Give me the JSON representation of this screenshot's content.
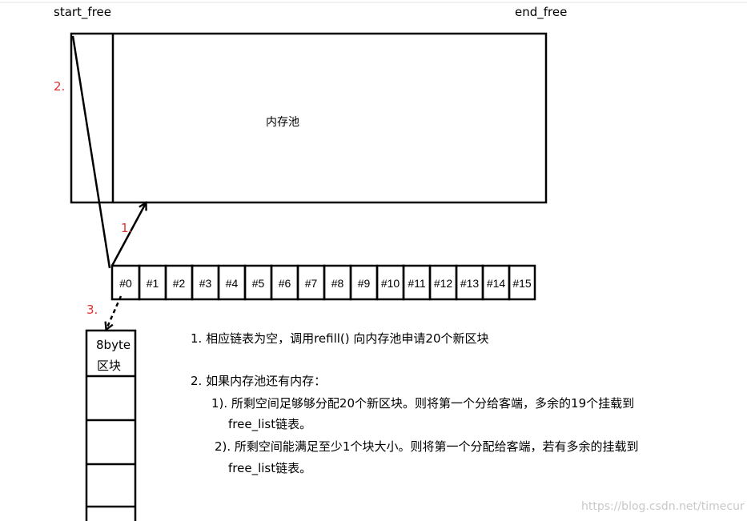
{
  "labels": {
    "start_free": "start_free",
    "end_free": "end_free",
    "pool": "内存池",
    "step1": "1.",
    "step2": "2.",
    "step3": "3.",
    "block_line1": "8byte",
    "block_line2": "区块"
  },
  "free_list": [
    "#0",
    "#1",
    "#2",
    "#3",
    "#4",
    "#5",
    "#6",
    "#7",
    "#8",
    "#9",
    "#10",
    "#11",
    "#12",
    "#13",
    "#14",
    "#15"
  ],
  "notes": {
    "n1": "1.  相应链表为空，调用refill() 向内存池申请20个新区块",
    "n2": "2.  如果内存池还有内存：",
    "n2a_1": "1).  所剩空间足够够分配20个新区块。则将第一个分给客端，多余的19个挂载到",
    "n2a_2": "free_list链表。",
    "n2b_1": "2). 所剩空间能满足至少1个块大小。则将第一个分配给客端，若有多余的挂载到",
    "n2b_2": "free_list链表。"
  },
  "watermark": "https://blog.csdn.net/timecur",
  "colors": {
    "annotation": "#e0312f",
    "stroke": "#000000"
  }
}
